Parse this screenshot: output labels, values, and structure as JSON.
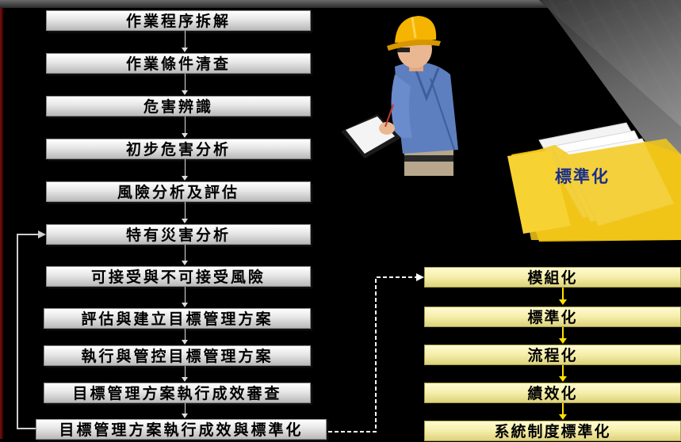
{
  "process_steps": [
    "作業程序拆解",
    "作業條件清查",
    "危害辨識",
    "初步危害分析",
    "風險分析及評估",
    "特有災害分析",
    "可接受與不可接受風險",
    "評估與建立目標管理方案",
    "執行與管控目標管理方案",
    "目標管理方案執行成效審查",
    "目標管理方案執行成效與標準化"
  ],
  "standardization_steps": [
    "模組化",
    "標準化",
    "流程化",
    "績效化",
    "系統制度標準化"
  ],
  "folder_label": "標準化",
  "colors": {
    "background": "#000000",
    "gray_box": "#d9d9d9",
    "yellow_box": "#f5eeaa",
    "yellow_arrow": "#ffe000"
  }
}
